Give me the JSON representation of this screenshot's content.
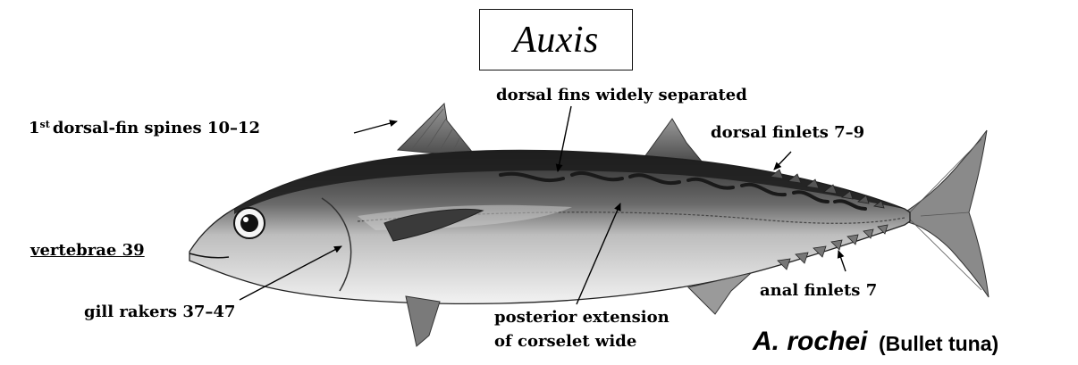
{
  "genus_title": "Auxis",
  "species": {
    "scientific_name": "A. rochei",
    "common_name": "(Bullet tuna)"
  },
  "labels": {
    "dorsal_spines_ordinal": "1",
    "dorsal_spines_suffix": "st",
    "dorsal_spines_text": "dorsal-fin spines 10–12",
    "dorsal_fins_separated": "dorsal fins widely separated",
    "dorsal_finlets": "dorsal finlets 7–9",
    "vertebrae": "vertebrae 39",
    "gill_rakers": "gill rakers 37–47",
    "corselet_line1": "posterior extension",
    "corselet_line2": "of corselet wide",
    "anal_finlets": "anal finlets 7"
  }
}
